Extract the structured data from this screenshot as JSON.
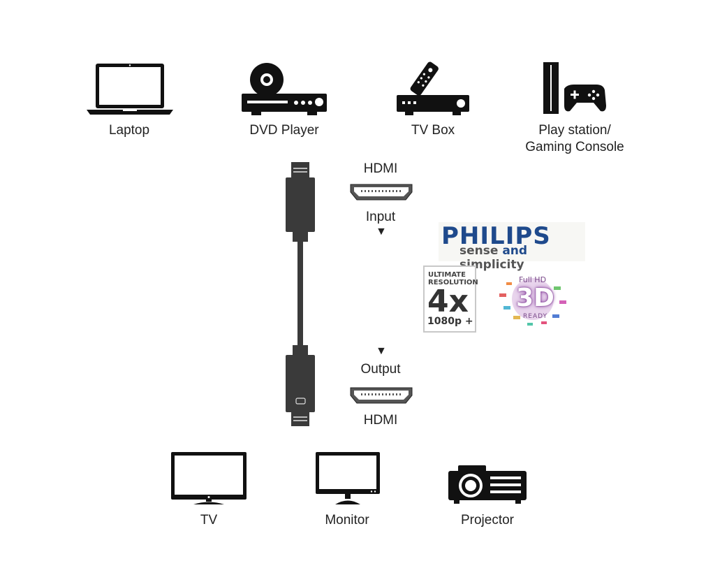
{
  "sources": [
    {
      "label": "Laptop",
      "icon": "laptop-icon"
    },
    {
      "label": "DVD Player",
      "icon": "dvd-player-icon"
    },
    {
      "label": "TV Box",
      "icon": "tv-box-icon"
    },
    {
      "label": "Play station/\nGaming Console",
      "icon": "game-console-icon"
    }
  ],
  "connector": {
    "top_label": "HDMI",
    "input_label": "Input",
    "output_label": "Output",
    "bottom_label": "HDMI",
    "arrow_glyph": "▼"
  },
  "displays": [
    {
      "label": "TV",
      "icon": "tv-icon"
    },
    {
      "label": "Monitor",
      "icon": "monitor-icon"
    },
    {
      "label": "Projector",
      "icon": "projector-icon"
    }
  ],
  "branding": {
    "brand": "PHILIPS",
    "tagline_pre": "sense ",
    "tagline_and": "and",
    "tagline_post": " simplicity",
    "badge_ultimate_line1": "ULTIMATE",
    "badge_ultimate_line2": "RESOLUTION",
    "badge_ultimate_big": "4x",
    "badge_ultimate_res": "1080p +",
    "badge_3d_top": "Full HD",
    "badge_3d_big": "3D",
    "badge_3d_bottom": "READY"
  },
  "colors": {
    "icon": "#111111",
    "cable": "#3a3a3a",
    "brand_blue": "#1f4a8c"
  }
}
